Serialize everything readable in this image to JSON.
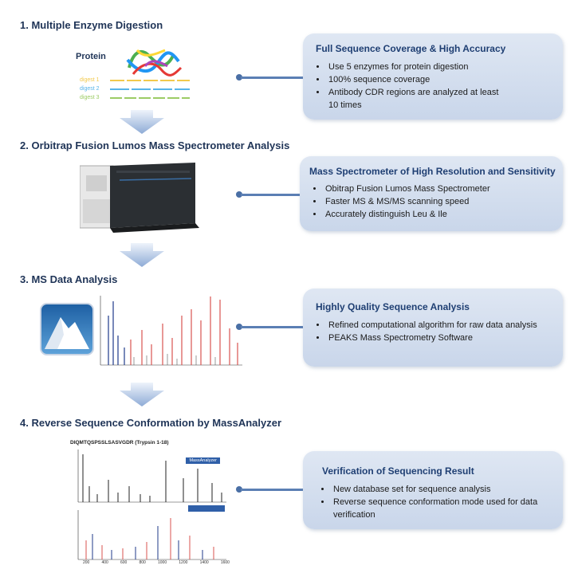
{
  "steps": [
    {
      "title": "1. Multiple Enzyme Digestion",
      "card_title": "Full Sequence Coverage & High Accuracy",
      "bullets": [
        "Use 5 enzymes  for protein digestion",
        "100% sequence coverage",
        "Antibody CDR regions are analyzed at least 10 times"
      ]
    },
    {
      "title": "2. Orbitrap Fusion Lumos Mass Spectrometer Analysis",
      "card_title": "Mass  Spectrometer of High Resolution and Sensitivity",
      "bullets": [
        "Obitrap Fusion Lumos Mass Spectrometer",
        "Faster MS & MS/MS scanning speed",
        "Accurately distinguish Leu & Ile"
      ]
    },
    {
      "title": "3. MS Data Analysis",
      "card_title": "Highly Quality Sequence Analysis",
      "bullets": [
        "Refined computational algorithm for raw data analysis",
        "PEAKS Mass Spectrometry Software"
      ]
    },
    {
      "title": "4. Reverse Sequence Conformation by MassAnalyzer",
      "card_title": "Verification of Sequencing Result",
      "bullets": [
        "New  database set for sequence analysis",
        "Reverse sequence conformation mode used for data verification"
      ]
    }
  ],
  "protein": {
    "label": "Protein",
    "digests": [
      "digest 1",
      "digest 2",
      "digest 3"
    ]
  },
  "spectrum_bottom": {
    "title": "DIQMTQSPSSLSASVGDR (Trypsin 1-18)",
    "tag_top": "MassAnalyzer",
    "x_ticks": [
      "200",
      "400",
      "600",
      "800",
      "1000",
      "1200",
      "1400",
      "1600"
    ]
  },
  "colors": {
    "title": "#1f3457",
    "card_bg": "#d3deee",
    "connector": "#5b7fb4",
    "arrow": "#9fb8de",
    "digest1": "#f2c94c",
    "digest2": "#56b4e9",
    "digest3": "#9ccc65"
  },
  "icons": [
    "protein-structure-image",
    "mass-spectrometer-image",
    "peaks-mountain-icon",
    "ms-spectrum-chart",
    "massanalyzer-spectrum-chart"
  ]
}
